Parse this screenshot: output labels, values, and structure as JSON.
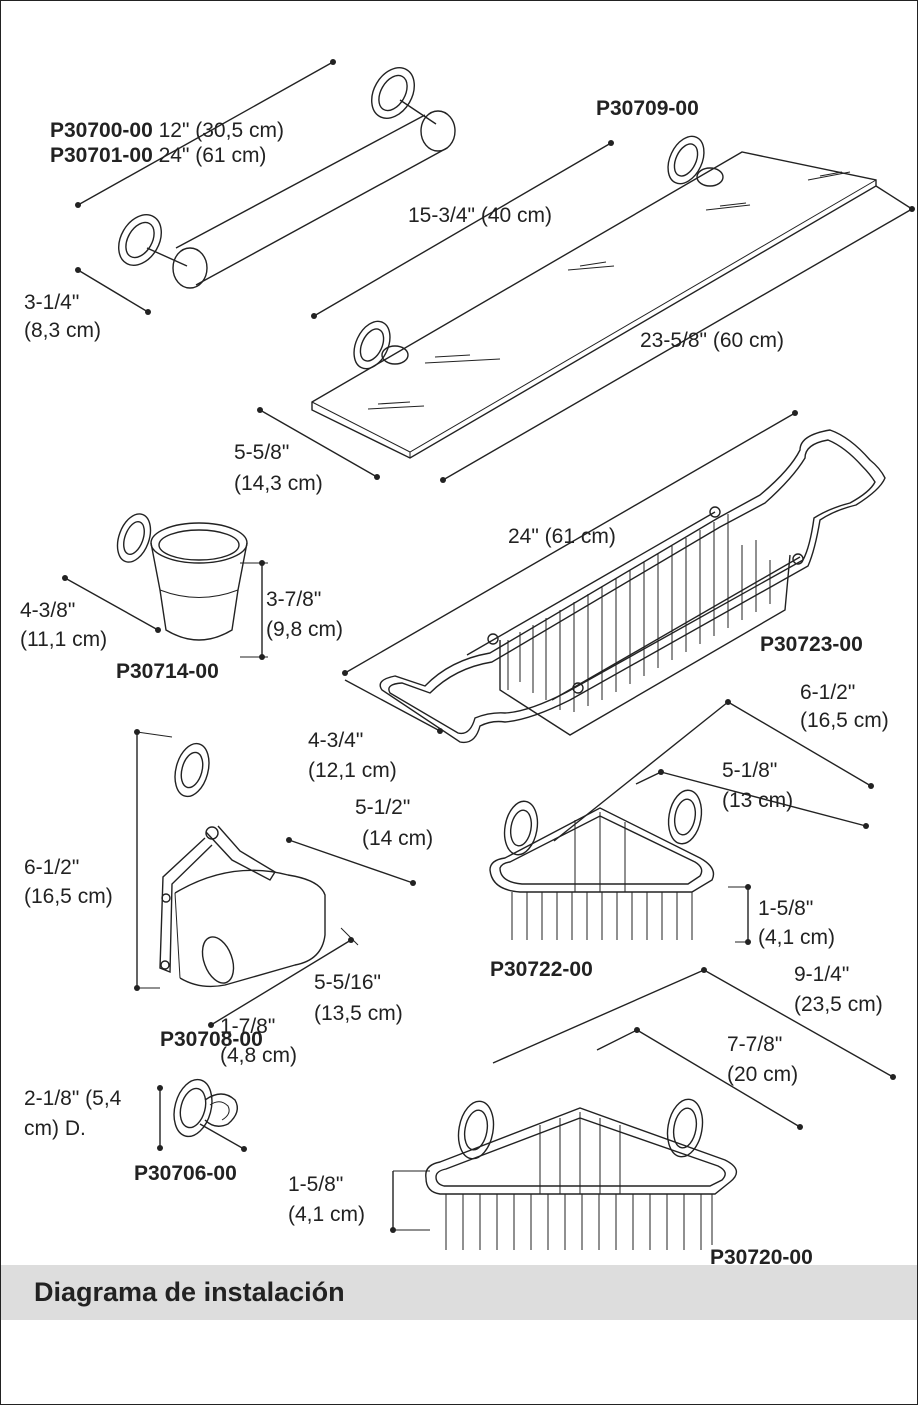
{
  "products": {
    "towel_bar": {
      "codes": [
        "P30700-00",
        "P30701-00"
      ],
      "sizes": [
        "12\" (30,5 cm)",
        "24\" (61 cm)"
      ],
      "depth": "3-1/4\"",
      "depth_cm": "(8,3 cm)"
    },
    "glass_shelf": {
      "code": "P30709-00",
      "depth": "15-3/4\" (40 cm)",
      "length": "23-5/8\" (60 cm)",
      "width": "5-5/8\"",
      "width_cm": "(14,3 cm)"
    },
    "tumbler": {
      "code": "P30714-00",
      "depth": "4-3/8\"",
      "depth_cm": "(11,1 cm)",
      "height": "3-7/8\"",
      "height_cm": "(9,8 cm)"
    },
    "tub_caddy": {
      "code": "P30723-00",
      "length": "24\" (61 cm)",
      "width": "4-3/4\"",
      "width_cm": "(12,1 cm)"
    },
    "paper_holder": {
      "code": "P30708-00",
      "height": "6-1/2\"",
      "height_cm": "(16,5 cm)",
      "depth": "5-1/2\"",
      "depth_cm": "(14 cm)",
      "width": "5-5/16\"",
      "width_cm": "(13,5 cm)"
    },
    "corner_basket_small": {
      "code": "P30722-00",
      "outer": "6-1/2\"",
      "outer_cm": "(16,5 cm)",
      "inner": "5-1/8\"",
      "inner_cm": "(13 cm)",
      "height": "1-5/8\"",
      "height_cm": "(4,1 cm)"
    },
    "robe_hook": {
      "code": "P30706-00",
      "projection": "1-7/8\"",
      "projection_cm": "(4,8 cm)",
      "diameter": "2-1/8\" (5,4",
      "diameter_cont": "cm) D."
    },
    "corner_basket_large": {
      "code": "P30720-00",
      "outer": "9-1/4\"",
      "outer_cm": "(23,5 cm)",
      "inner": "7-7/8\"",
      "inner_cm": "(20 cm)",
      "height": "1-5/8\"",
      "height_cm": "(4,1 cm)"
    }
  },
  "section": {
    "title": "Diagrama de instalación"
  }
}
